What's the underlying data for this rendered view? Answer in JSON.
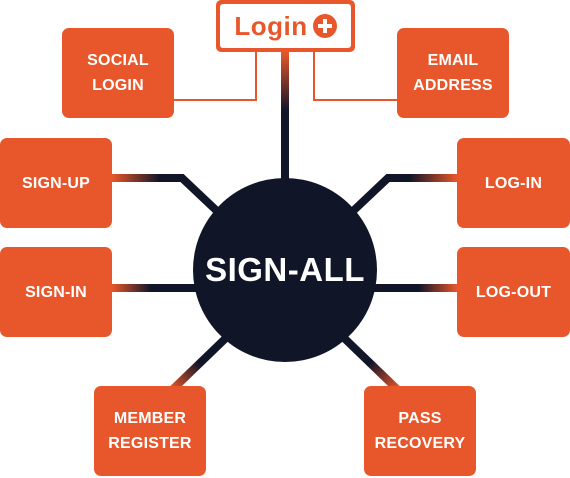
{
  "header": {
    "login_label": "Login",
    "login_icon": "plus-circle-icon"
  },
  "hub": {
    "label": "SIGN-ALL"
  },
  "nodes": {
    "social_login": {
      "line1": "SOCIAL",
      "line2": "LOGIN"
    },
    "email_address": {
      "line1": "EMAIL",
      "line2": "ADDRESS"
    },
    "sign_up": {
      "line1": "SIGN-UP"
    },
    "log_in": {
      "line1": "LOG-IN"
    },
    "sign_in": {
      "line1": "SIGN-IN"
    },
    "log_out": {
      "line1": "LOG-OUT"
    },
    "member_register": {
      "line1": "MEMBER",
      "line2": "REGISTER"
    },
    "pass_recovery": {
      "line1": "PASS",
      "line2": "RECOVERY"
    }
  },
  "colors": {
    "accent": "#e8572b",
    "hub": "#111528",
    "text_on_accent": "#ffffff"
  }
}
